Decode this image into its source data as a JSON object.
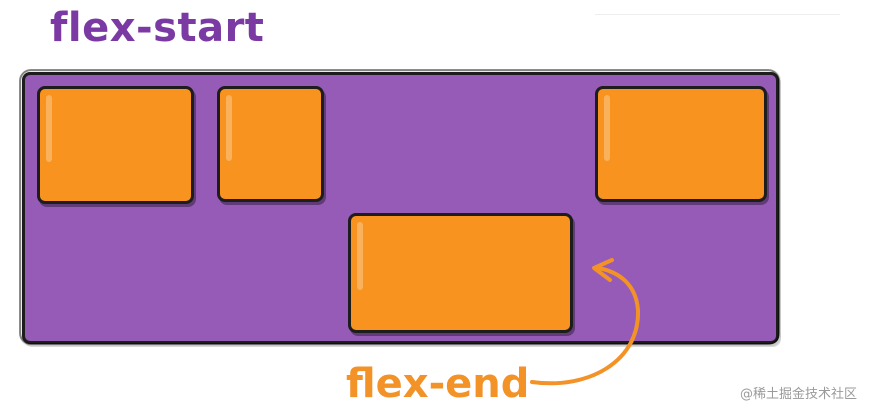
{
  "diagram": {
    "title": "flex-start",
    "end_label": "flex-end",
    "watermark": "@稀土掘金技术社区",
    "colors": {
      "title": "#7b3aa3",
      "container": "#955bb7",
      "item": "#f7931e",
      "end_label": "#f39226",
      "outline": "#1d1d1d"
    }
  }
}
